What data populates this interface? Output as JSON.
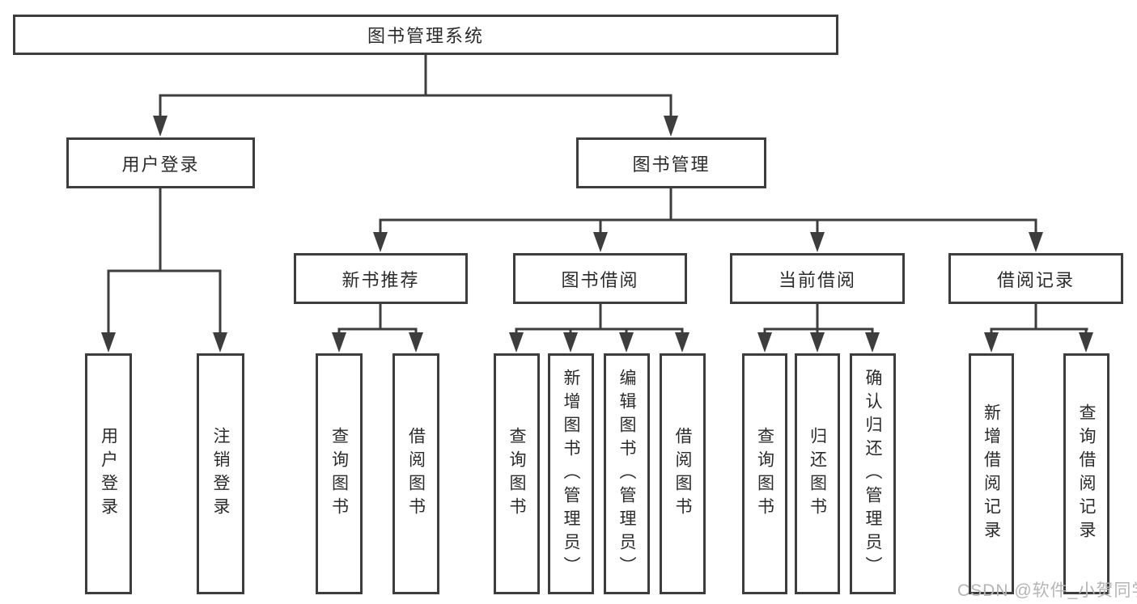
{
  "tree": {
    "root": {
      "label": "图书管理系统"
    },
    "branches": [
      {
        "label": "用户登录",
        "children": [
          {
            "label": "用户登录"
          },
          {
            "label": "注销登录"
          }
        ]
      },
      {
        "label": "图书管理",
        "children": [
          {
            "label": "新书推荐",
            "children": [
              {
                "label": "查询图书"
              },
              {
                "label": "借阅图书"
              }
            ]
          },
          {
            "label": "图书借阅",
            "children": [
              {
                "label": "查询图书"
              },
              {
                "label": "新增图书（管理员）"
              },
              {
                "label": "编辑图书（管理员）"
              },
              {
                "label": "借阅图书"
              }
            ]
          },
          {
            "label": "当前借阅",
            "children": [
              {
                "label": "查询图书"
              },
              {
                "label": "归还图书"
              },
              {
                "label": "确认归还（管理员）"
              }
            ]
          },
          {
            "label": "借阅记录",
            "children": [
              {
                "label": "新增借阅记录"
              },
              {
                "label": "查询借阅记录"
              }
            ]
          }
        ]
      }
    ]
  },
  "watermark": {
    "text": "CSDN @软件_小贺同学"
  },
  "colors": {
    "line": "#3d3d3d",
    "box_border": "#3d3d3d",
    "text": "#2b2b2b",
    "background": "#ffffff",
    "watermark": "#b5b5b5"
  }
}
